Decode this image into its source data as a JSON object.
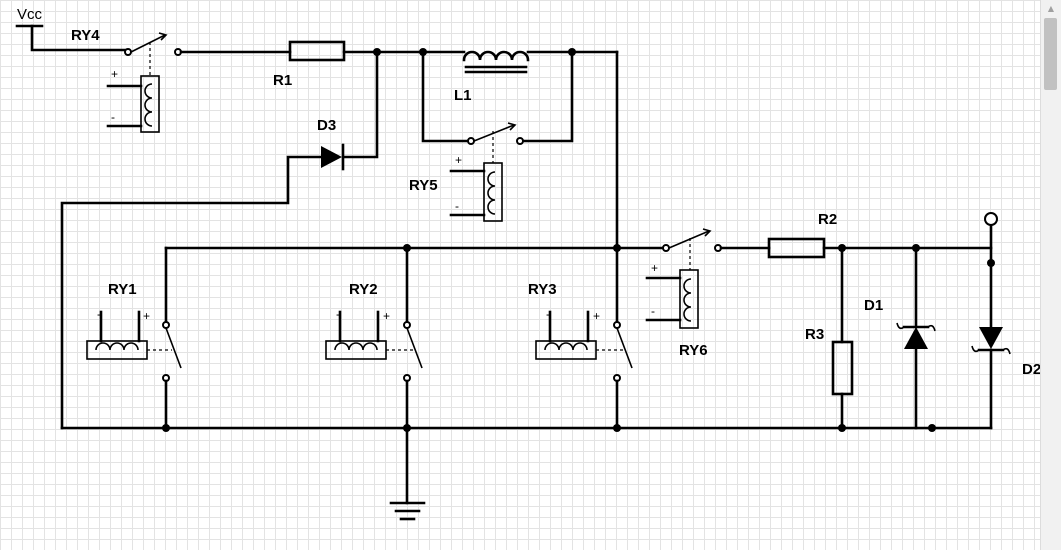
{
  "labels": {
    "vcc": "Vcc",
    "ry4": "RY4",
    "r1": "R1",
    "l1": "L1",
    "d3": "D3",
    "ry5": "RY5",
    "ry1": "RY1",
    "ry2": "RY2",
    "ry3": "RY3",
    "ry6": "RY6",
    "r2": "R2",
    "r3": "R3",
    "d1": "D1",
    "d2": "D2"
  },
  "polarity": {
    "plus": "+",
    "minus": "-"
  },
  "icons": {
    "scroll_up": "scroll-up-arrow-icon"
  }
}
